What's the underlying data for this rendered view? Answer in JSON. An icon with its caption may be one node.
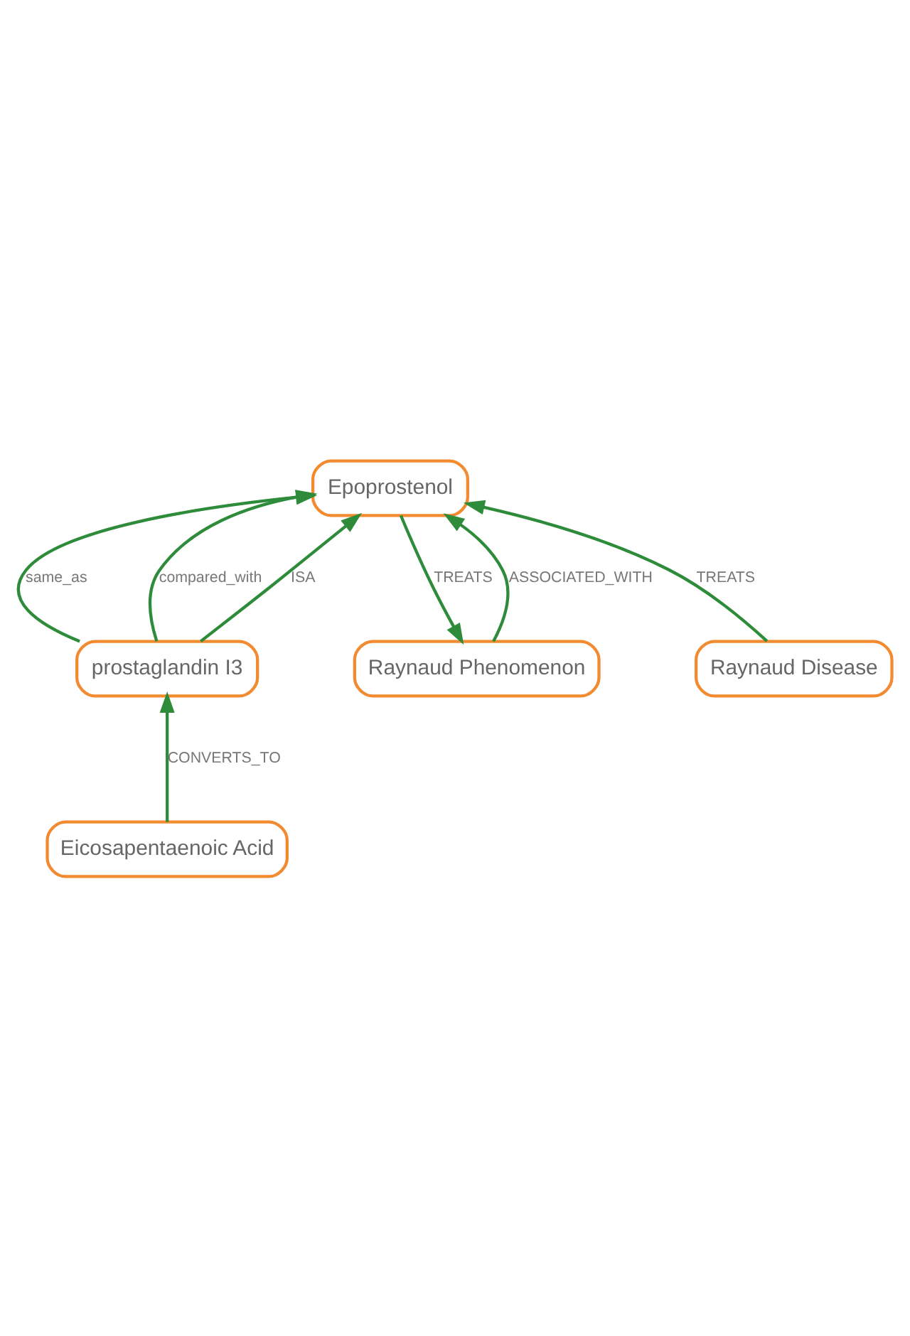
{
  "diagram": {
    "nodes": [
      {
        "text": [
          "Epoprostenol"
        ]
      },
      {
        "text": [
          "prostaglandin I3"
        ]
      },
      {
        "text": [
          "Eicosapentaenoic Acid"
        ]
      },
      {
        "text": [
          "Raynaud Phenomenon"
        ]
      },
      {
        "text": [
          "Raynaud Disease"
        ]
      }
    ],
    "edges": [
      {
        "from": 0,
        "to": 3,
        "arrow": "to",
        "label": "TREATS"
      },
      {
        "from": 3,
        "to": 0,
        "arrow": "to",
        "label": "ASSOCIATED_WITH"
      },
      {
        "from": 4,
        "to": 0,
        "arrow": "to",
        "label": "TREATS"
      },
      {
        "from": 1,
        "to": 0,
        "arrow": "to",
        "label": "same_as"
      },
      {
        "from": 1,
        "to": 0,
        "arrow": "to",
        "label": "compared_with"
      },
      {
        "from": 1,
        "to": 0,
        "arrow": "to",
        "label": "ISA"
      },
      {
        "from": 2,
        "to": 1,
        "arrow": "to",
        "label": "CONVERTS_TO"
      }
    ]
  }
}
